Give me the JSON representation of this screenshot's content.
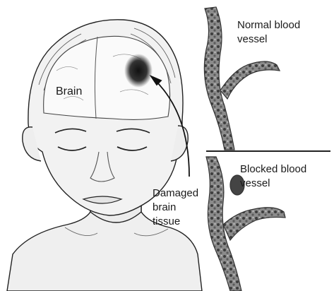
{
  "labels": {
    "brain": "Brain",
    "normal_vessel": [
      "Normal blood",
      "vessel"
    ],
    "blocked_vessel": [
      "Blocked blood",
      "vessel"
    ],
    "damaged_tissue": [
      "Damaged",
      "brain",
      "tissue"
    ]
  }
}
